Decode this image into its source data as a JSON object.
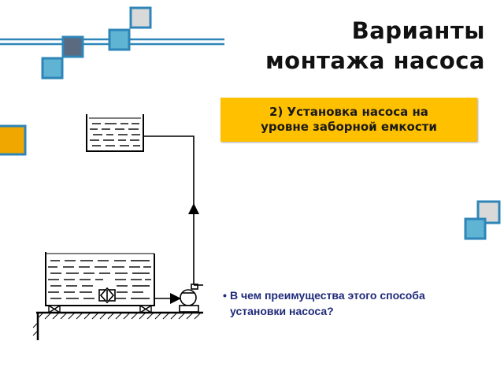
{
  "title": {
    "line1": "Варианты",
    "line2": "монтажа насоса"
  },
  "callout": {
    "line1": "2) Установка насоса на",
    "line2": "уровне заборной емкости"
  },
  "question": {
    "bullet": "•",
    "text": "В чем преимущества этого способа установки насоса?"
  },
  "colors": {
    "accent_blue": "#2e86b8",
    "square_light_blue": "#5fb3d3",
    "square_gray": "#d9d9d9",
    "square_dark": "#5a6a80",
    "callout_bg": "#ffc000",
    "orange": "#f0a800",
    "question_text": "#1f2a7a"
  },
  "icons": [
    "bullet-dot"
  ]
}
